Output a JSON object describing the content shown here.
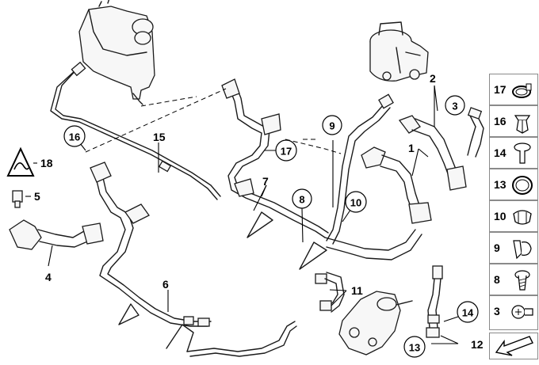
{
  "labels": {
    "l1": "1",
    "l2": "2",
    "l3": "3",
    "l4": "4",
    "l5": "5",
    "l6": "6",
    "l7": "7",
    "l8": "8",
    "l9": "9",
    "l10": "10",
    "l11": "11",
    "l12": "12",
    "l13": "13",
    "l14": "14",
    "l15": "15",
    "l16": "16",
    "l17": "17",
    "l18": "18"
  },
  "legend": [
    {
      "num": "17",
      "icon": "hose-clamp-icon"
    },
    {
      "num": "16",
      "icon": "expanding-rivet-icon"
    },
    {
      "num": "14",
      "icon": "push-pin-icon"
    },
    {
      "num": "13",
      "icon": "o-ring-icon"
    },
    {
      "num": "10",
      "icon": "spring-clip-icon"
    },
    {
      "num": "9",
      "icon": "holder-clip-icon"
    },
    {
      "num": "8",
      "icon": "screw-icon"
    },
    {
      "num": "3",
      "icon": "clamp-screw-icon"
    }
  ]
}
